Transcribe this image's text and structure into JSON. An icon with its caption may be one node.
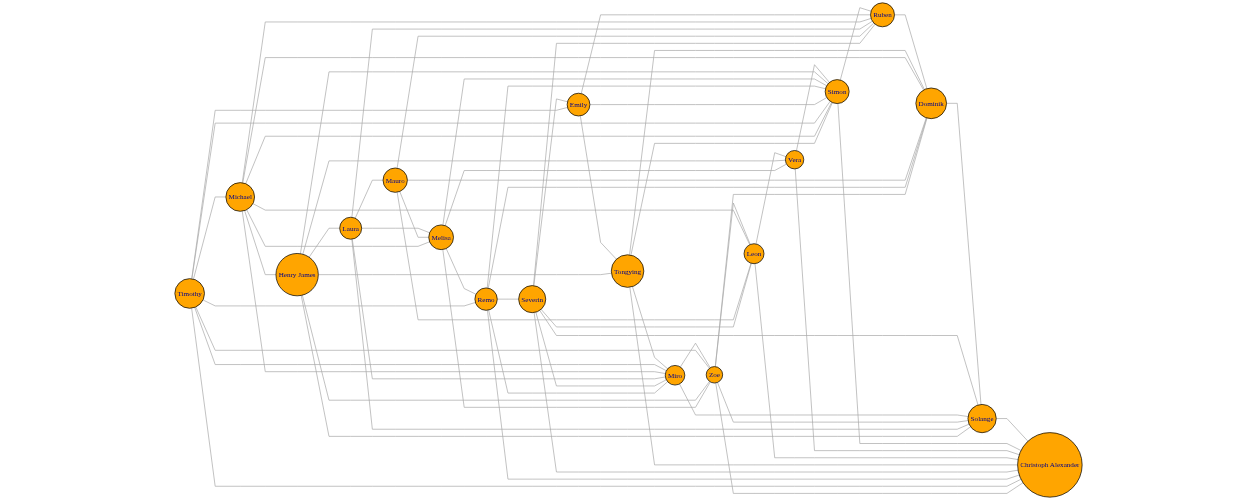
{
  "diagram": {
    "nodes": [
      {
        "text": [
          "Timothy"
        ]
      },
      {
        "text": [
          "Michael"
        ]
      },
      {
        "text": [
          "Henry James"
        ]
      },
      {
        "text": [
          "Laura"
        ]
      },
      {
        "text": [
          "Mauro"
        ]
      },
      {
        "text": [
          "Melisa"
        ]
      },
      {
        "text": [
          "Remo"
        ]
      },
      {
        "text": [
          "Severin"
        ]
      },
      {
        "text": [
          "Emily"
        ]
      },
      {
        "text": [
          "Tongying"
        ]
      },
      {
        "text": [
          "Miro"
        ]
      },
      {
        "text": [
          "Zoe"
        ]
      },
      {
        "text": [
          "Leon"
        ]
      },
      {
        "text": [
          "Vera"
        ]
      },
      {
        "text": [
          "Simon"
        ]
      },
      {
        "text": [
          "Ruben"
        ]
      },
      {
        "text": [
          "Dominik"
        ]
      },
      {
        "text": [
          "Solange"
        ]
      },
      {
        "text": [
          "Christoph Alexander"
        ]
      }
    ],
    "edges": [
      {
        "from": 0,
        "to": 1,
        "arrow": "none"
      },
      {
        "from": 1,
        "to": 2,
        "arrow": "none"
      },
      {
        "from": 2,
        "to": 3,
        "arrow": "none"
      },
      {
        "from": 3,
        "to": 4,
        "arrow": "none"
      },
      {
        "from": 3,
        "to": 5,
        "arrow": "none"
      },
      {
        "from": 4,
        "to": 5,
        "arrow": "none"
      },
      {
        "from": 5,
        "to": 6,
        "arrow": "none"
      },
      {
        "from": 6,
        "to": 7,
        "arrow": "none"
      },
      {
        "from": 7,
        "to": 8,
        "arrow": "none"
      },
      {
        "from": 8,
        "to": 9,
        "arrow": "none"
      },
      {
        "from": 9,
        "to": 10,
        "arrow": "none"
      },
      {
        "from": 10,
        "to": 11,
        "arrow": "none"
      },
      {
        "from": 11,
        "to": 12,
        "arrow": "none"
      },
      {
        "from": 12,
        "to": 13,
        "arrow": "none"
      },
      {
        "from": 13,
        "to": 14,
        "arrow": "none"
      },
      {
        "from": 14,
        "to": 15,
        "arrow": "none"
      },
      {
        "from": 15,
        "to": 16,
        "arrow": "none"
      },
      {
        "from": 16,
        "to": 17,
        "arrow": "none"
      },
      {
        "from": 17,
        "to": 18,
        "arrow": "none"
      },
      {
        "from": 18,
        "to": 0,
        "arrow": "none"
      },
      {
        "from": 18,
        "to": 11,
        "arrow": "none"
      },
      {
        "from": 0,
        "to": 10,
        "arrow": "none"
      },
      {
        "from": 17,
        "to": 10,
        "arrow": "none"
      },
      {
        "from": 17,
        "to": 11,
        "arrow": "none"
      },
      {
        "from": 17,
        "to": 3,
        "arrow": "none"
      },
      {
        "from": 17,
        "to": 2,
        "arrow": "none"
      },
      {
        "from": 16,
        "to": 4,
        "arrow": "none"
      },
      {
        "from": 16,
        "to": 6,
        "arrow": "none"
      },
      {
        "from": 16,
        "to": 11,
        "arrow": "none"
      },
      {
        "from": 15,
        "to": 3,
        "arrow": "none"
      },
      {
        "from": 15,
        "to": 4,
        "arrow": "none"
      },
      {
        "from": 15,
        "to": 7,
        "arrow": "none"
      },
      {
        "from": 14,
        "to": 5,
        "arrow": "none"
      },
      {
        "from": 14,
        "to": 6,
        "arrow": "none"
      },
      {
        "from": 14,
        "to": 8,
        "arrow": "none"
      },
      {
        "from": 14,
        "to": 0,
        "arrow": "none"
      },
      {
        "from": 14,
        "to": 18,
        "arrow": "none"
      },
      {
        "from": 14,
        "to": 1,
        "arrow": "none"
      },
      {
        "from": 14,
        "to": 9,
        "arrow": "none"
      },
      {
        "from": 13,
        "to": 18,
        "arrow": "none"
      },
      {
        "from": 13,
        "to": 2,
        "arrow": "none"
      },
      {
        "from": 13,
        "to": 5,
        "arrow": "none"
      },
      {
        "from": 12,
        "to": 18,
        "arrow": "none"
      },
      {
        "from": 12,
        "to": 1,
        "arrow": "none"
      },
      {
        "from": 12,
        "to": 4,
        "arrow": "none"
      },
      {
        "from": 12,
        "to": 7,
        "arrow": "none"
      },
      {
        "from": 11,
        "to": 0,
        "arrow": "none"
      },
      {
        "from": 11,
        "to": 2,
        "arrow": "none"
      },
      {
        "from": 11,
        "to": 5,
        "arrow": "none"
      },
      {
        "from": 10,
        "to": 1,
        "arrow": "none"
      },
      {
        "from": 10,
        "to": 3,
        "arrow": "none"
      },
      {
        "from": 10,
        "to": 7,
        "arrow": "none"
      },
      {
        "from": 10,
        "to": 6,
        "arrow": "none"
      },
      {
        "from": 9,
        "to": 2,
        "arrow": "none"
      },
      {
        "from": 9,
        "to": 18,
        "arrow": "none"
      },
      {
        "from": 9,
        "to": 16,
        "arrow": "none"
      },
      {
        "from": 8,
        "to": 0,
        "arrow": "none"
      },
      {
        "from": 8,
        "to": 15,
        "arrow": "none"
      },
      {
        "from": 7,
        "to": 18,
        "arrow": "none"
      },
      {
        "from": 7,
        "to": 17,
        "arrow": "none"
      },
      {
        "from": 6,
        "to": 18,
        "arrow": "none"
      },
      {
        "from": 6,
        "to": 0,
        "arrow": "none"
      },
      {
        "from": 5,
        "to": 1,
        "arrow": "none"
      },
      {
        "from": 1,
        "to": 16,
        "arrow": "none"
      },
      {
        "from": 1,
        "to": 15,
        "arrow": "none"
      },
      {
        "from": 2,
        "to": 14,
        "arrow": "none"
      }
    ]
  }
}
